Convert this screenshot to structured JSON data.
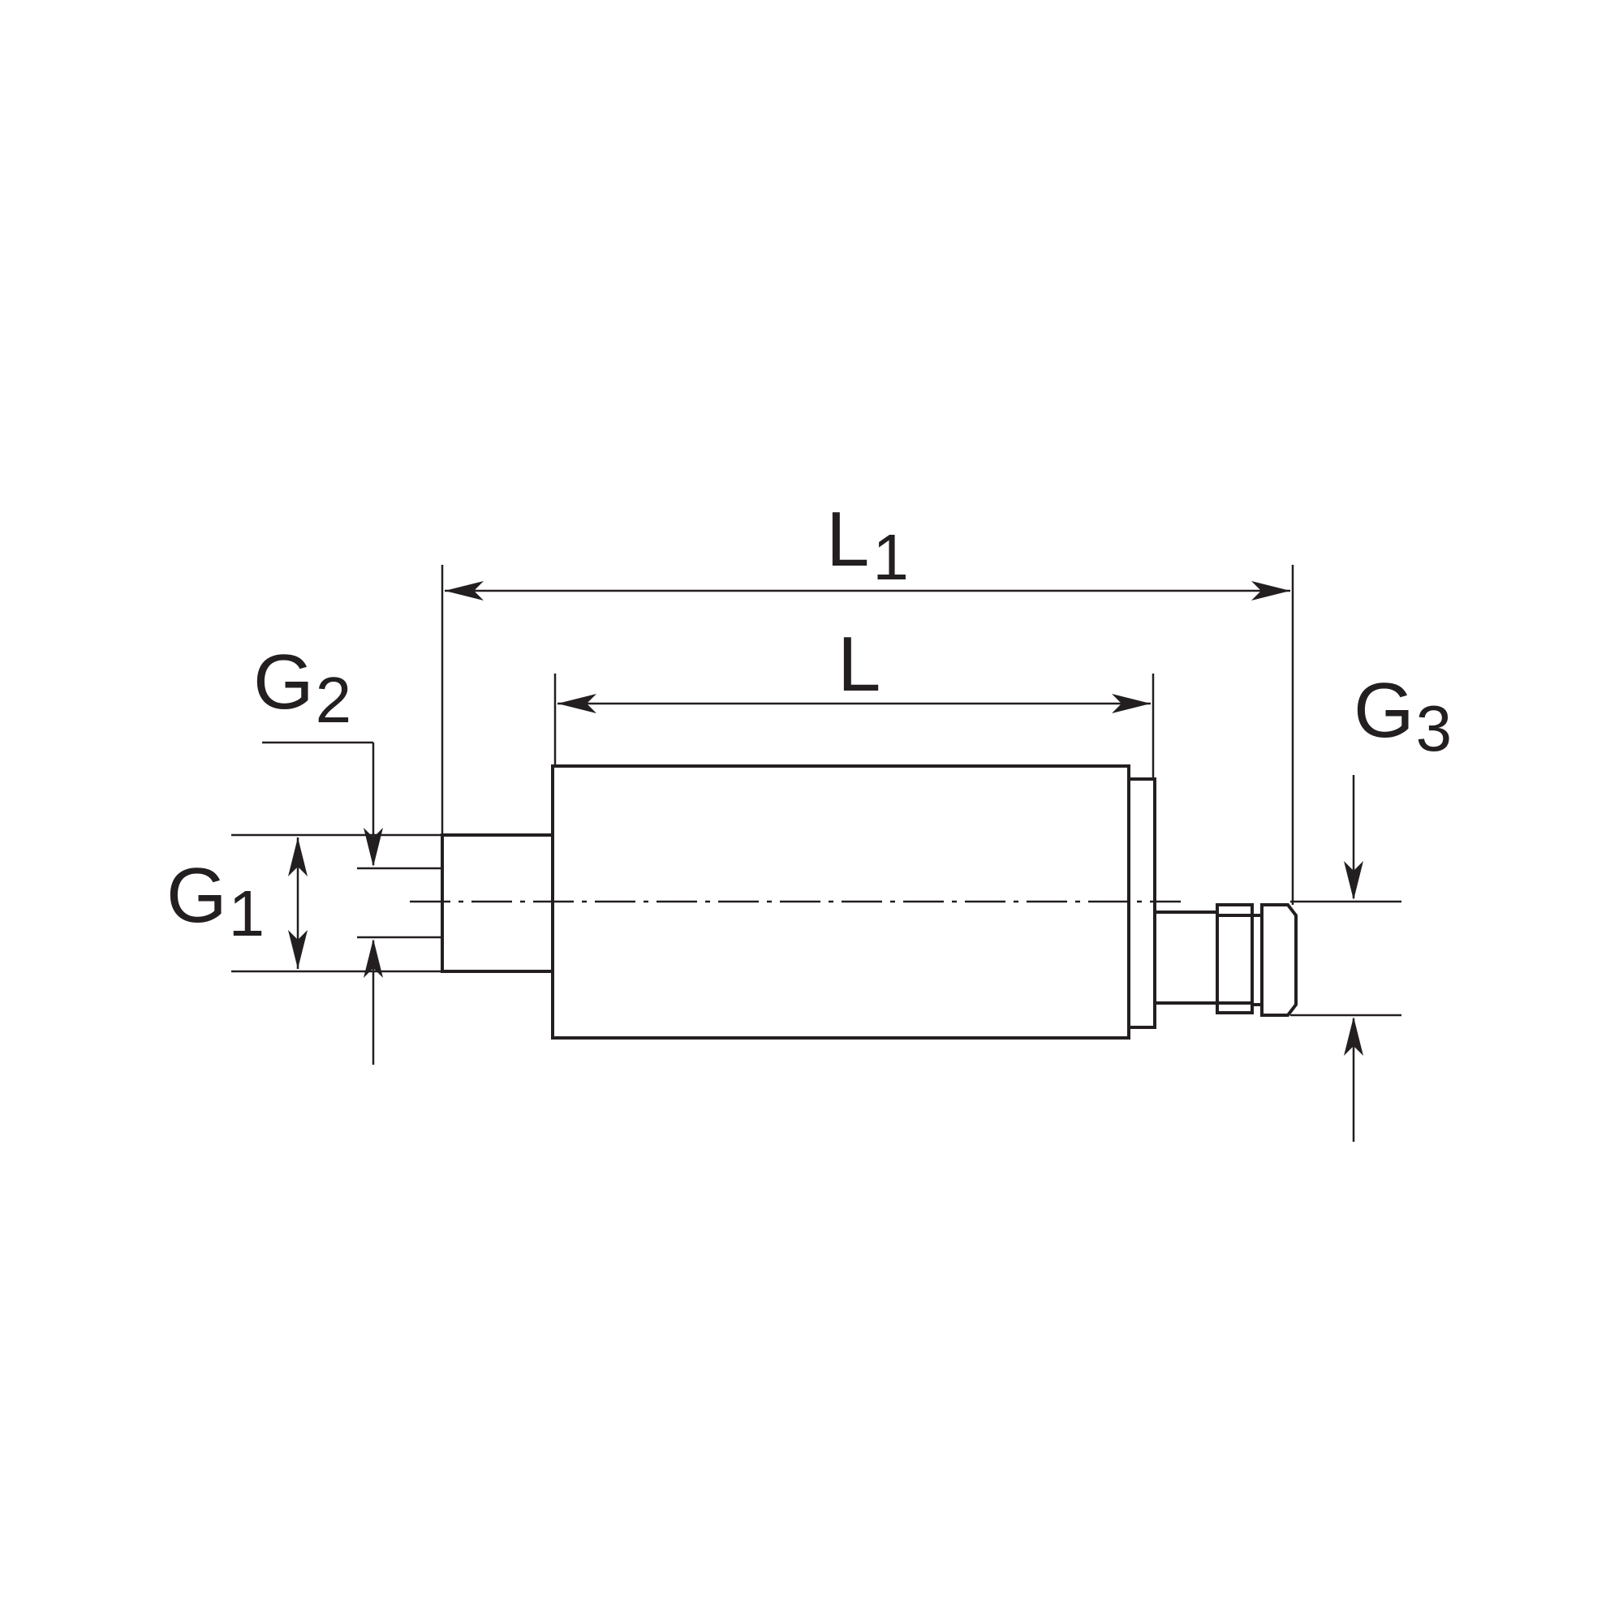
{
  "labels": {
    "L1": {
      "main": "L",
      "sub": "1"
    },
    "L": {
      "main": "L"
    },
    "G1": {
      "main": "G",
      "sub": "1"
    },
    "G2": {
      "main": "G",
      "sub": "2"
    },
    "G3": {
      "main": "G",
      "sub": "3"
    }
  },
  "colors": {
    "line": "#231f20",
    "background": "#ffffff"
  }
}
